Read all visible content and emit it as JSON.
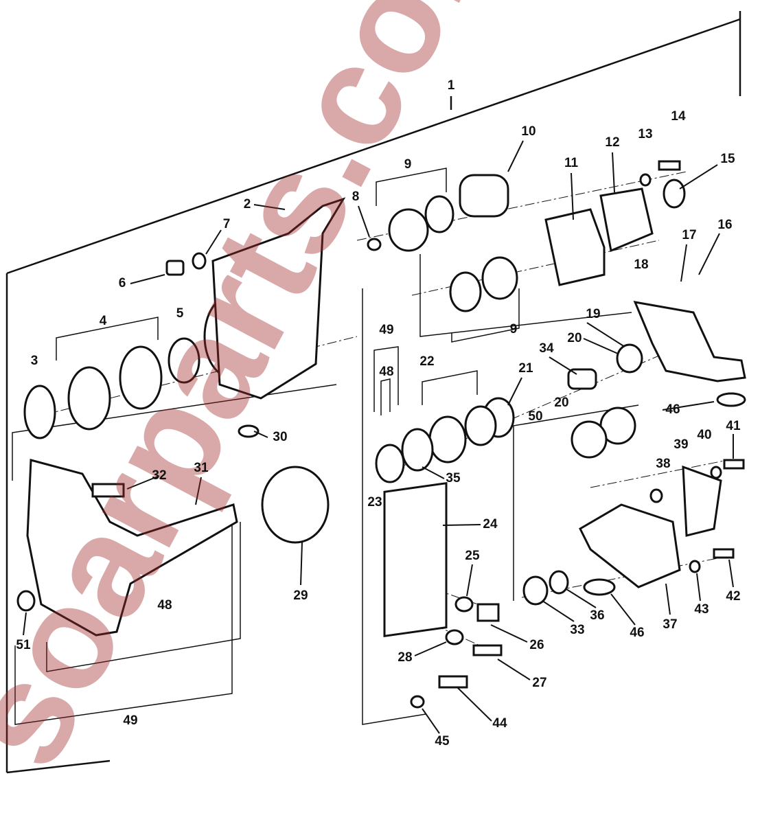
{
  "diagram": {
    "type": "exploded-parts-view",
    "watermark": "soarparts.com",
    "watermark_color": "#a0282a",
    "labels": {
      "l1": "1",
      "l2": "2",
      "l3": "3",
      "l4": "4",
      "l5": "5",
      "l6": "6",
      "l7": "7",
      "l8": "8",
      "l9a": "9",
      "l9b": "9",
      "l10": "10",
      "l11": "11",
      "l12": "12",
      "l13": "13",
      "l14": "14",
      "l15": "15",
      "l16": "16",
      "l17": "17",
      "l18": "18",
      "l19": "19",
      "l20a": "20",
      "l20b": "20",
      "l21": "21",
      "l22": "22",
      "l23": "23",
      "l24": "24",
      "l25": "25",
      "l26": "26",
      "l27": "27",
      "l28": "28",
      "l29": "29",
      "l30": "30",
      "l31": "31",
      "l32": "32",
      "l33": "33",
      "l34": "34",
      "l35": "35",
      "l36": "36",
      "l37": "37",
      "l38": "38",
      "l39": "39",
      "l40": "40",
      "l41": "41",
      "l42": "42",
      "l43": "43",
      "l44": "44",
      "l45": "45",
      "l46a": "46",
      "l46b": "46",
      "l48a": "48",
      "l48b": "48",
      "l49a": "49",
      "l49b": "49",
      "l50": "50",
      "l51": "51"
    }
  }
}
